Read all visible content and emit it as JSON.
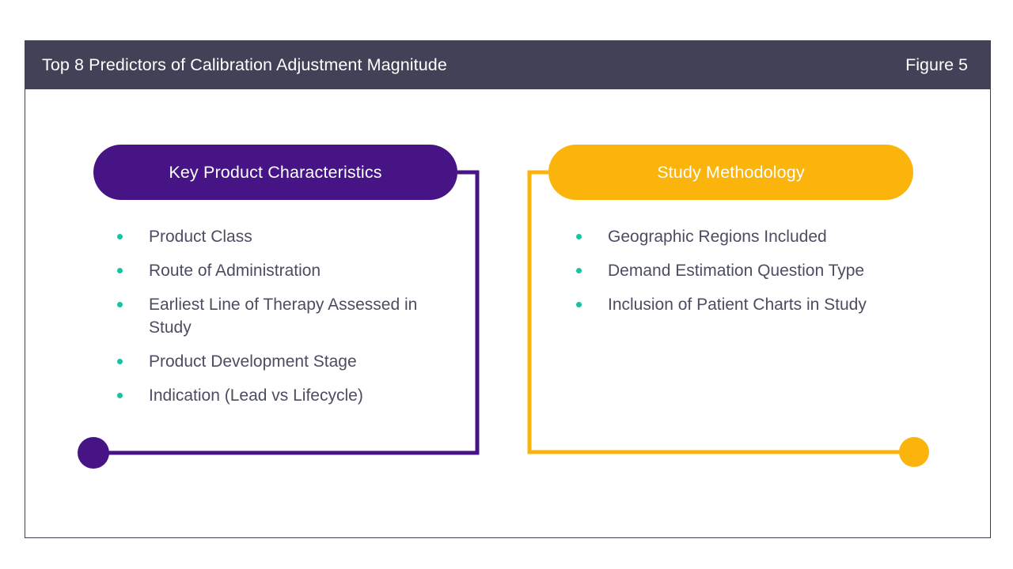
{
  "header": {
    "title": "Top 8 Predictors of Calibration Adjustment Magnitude",
    "figure_label": "Figure 5"
  },
  "colors": {
    "header_bar": "#414158",
    "frame_border": "#3f3f54",
    "purple": "#471485",
    "orange": "#fbb40b",
    "bullet_teal": "#17c3a2",
    "body_text": "#4c4c63",
    "background": "#ffffff"
  },
  "branches": [
    {
      "id": "key-product-characteristics",
      "title": "Key Product Characteristics",
      "accent": "#471485",
      "items": [
        "Product Class",
        "Route of Administration",
        "Earliest Line of Therapy Assessed in Study",
        "Product Development Stage",
        "Indication (Lead vs Lifecycle)"
      ]
    },
    {
      "id": "study-methodology",
      "title": "Study Methodology",
      "accent": "#fbb40b",
      "items": [
        "Geographic Regions Included",
        "Demand Estimation Question Type",
        "Inclusion of Patient Charts in Study"
      ]
    }
  ]
}
